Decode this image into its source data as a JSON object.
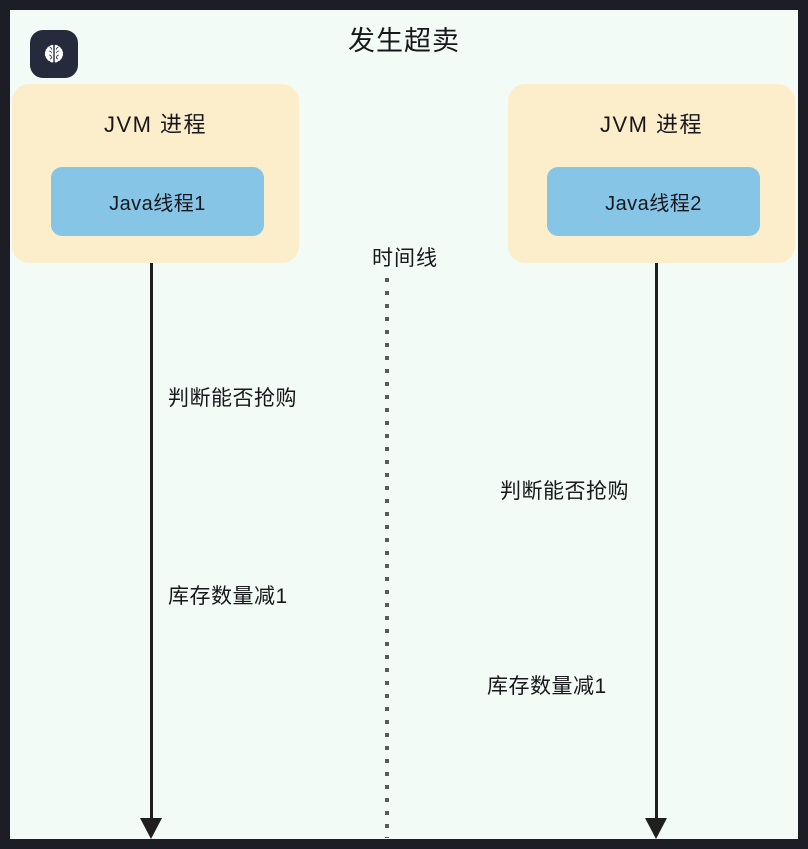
{
  "page": {
    "title": "发生超卖",
    "background_color": "#f3fbf6",
    "frame_color": "#1d1d26"
  },
  "badge": {
    "icon": "brain-icon",
    "background_color": "#252a3d",
    "icon_color": "#ffffff"
  },
  "timeline": {
    "label": "时间线",
    "style": "dotted",
    "color": "#5a5a5a"
  },
  "processes": [
    {
      "title": "JVM 进程",
      "box_color": "#fdeecb",
      "thread": {
        "label": "Java线程1",
        "box_color": "#87c5e6"
      },
      "events": [
        "判断能否抢购",
        "库存数量减1"
      ]
    },
    {
      "title": "JVM 进程",
      "box_color": "#fdeecb",
      "thread": {
        "label": "Java线程2",
        "box_color": "#87c5e6"
      },
      "events": [
        "判断能否抢购",
        "库存数量减1"
      ]
    }
  ]
}
